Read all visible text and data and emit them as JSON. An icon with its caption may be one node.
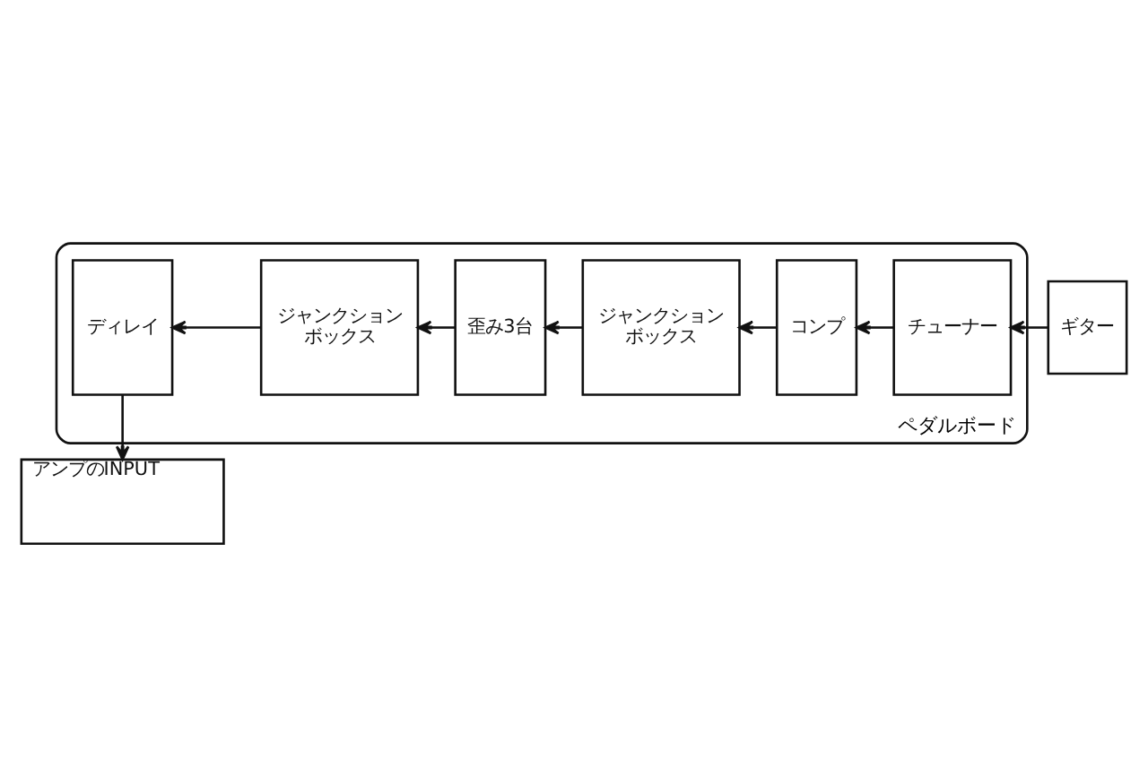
{
  "diagram": {
    "nodes": [
      {
        "text": [
          "ペダルボード"
        ]
      },
      {
        "text": [
          "ディレイ"
        ],
        "in": 0
      },
      {
        "text": [
          "ジャンクションボックス"
        ],
        "in": 0
      },
      {
        "text": [
          "歪み3台"
        ],
        "in": 0
      },
      {
        "text": [
          "ジャンクションボックス"
        ],
        "in": 0
      },
      {
        "text": [
          "コンプ"
        ],
        "in": 0
      },
      {
        "text": [
          "チューナー"
        ],
        "in": 0
      },
      {
        "text": [
          "ギター"
        ]
      },
      {
        "text": [
          "アンプのINPUT"
        ]
      }
    ],
    "edges": [
      {
        "from": 7,
        "to": 6,
        "arrow": "to"
      },
      {
        "from": 6,
        "to": 5,
        "arrow": "to"
      },
      {
        "from": 5,
        "to": 4,
        "arrow": "to"
      },
      {
        "from": 4,
        "to": 3,
        "arrow": "to"
      },
      {
        "from": 3,
        "to": 2,
        "arrow": "to"
      },
      {
        "from": 2,
        "to": 1,
        "arrow": "to"
      },
      {
        "from": 1,
        "to": 8,
        "arrow": "to"
      }
    ]
  }
}
